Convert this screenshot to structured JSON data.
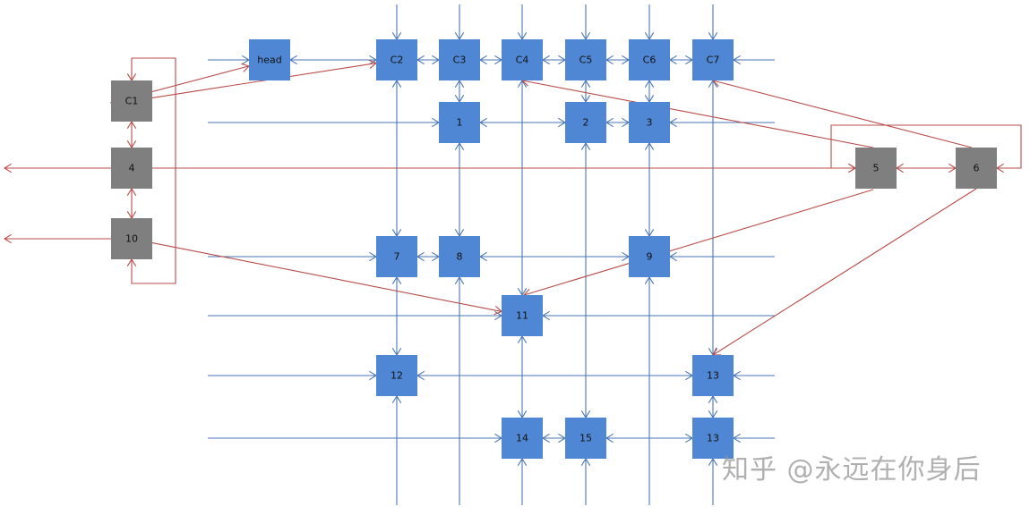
{
  "colors": {
    "blue_node": "#4f87d4",
    "gray_node": "#7f7f7f",
    "blue_line": "#4a76b8",
    "red_line": "#b84c4a"
  },
  "nodes": [
    {
      "id": "head",
      "label": "head",
      "kind": "blue"
    },
    {
      "id": "C2",
      "label": "C2",
      "kind": "blue"
    },
    {
      "id": "C3",
      "label": "C3",
      "kind": "blue"
    },
    {
      "id": "C4",
      "label": "C4",
      "kind": "blue"
    },
    {
      "id": "C5",
      "label": "C5",
      "kind": "blue"
    },
    {
      "id": "C6",
      "label": "C6",
      "kind": "blue"
    },
    {
      "id": "C7",
      "label": "C7",
      "kind": "blue"
    },
    {
      "id": "n1",
      "label": "1",
      "kind": "blue"
    },
    {
      "id": "n2",
      "label": "2",
      "kind": "blue"
    },
    {
      "id": "n3",
      "label": "3",
      "kind": "blue"
    },
    {
      "id": "n7",
      "label": "7",
      "kind": "blue"
    },
    {
      "id": "n8",
      "label": "8",
      "kind": "blue"
    },
    {
      "id": "n9",
      "label": "9",
      "kind": "blue"
    },
    {
      "id": "n11",
      "label": "11",
      "kind": "blue"
    },
    {
      "id": "n12",
      "label": "12",
      "kind": "blue"
    },
    {
      "id": "n13a",
      "label": "13",
      "kind": "blue"
    },
    {
      "id": "n14",
      "label": "14",
      "kind": "blue"
    },
    {
      "id": "n15",
      "label": "15",
      "kind": "blue"
    },
    {
      "id": "n13b",
      "label": "13",
      "kind": "blue"
    },
    {
      "id": "C1",
      "label": "C1",
      "kind": "gray"
    },
    {
      "id": "n4",
      "label": "4",
      "kind": "gray"
    },
    {
      "id": "n10",
      "label": "10",
      "kind": "gray"
    },
    {
      "id": "n5",
      "label": "5",
      "kind": "gray"
    },
    {
      "id": "n6",
      "label": "6",
      "kind": "gray"
    }
  ],
  "edges": [
    [
      "head",
      "C2",
      "both"
    ],
    [
      "C2",
      "C3",
      "both"
    ],
    [
      "C3",
      "C4",
      "both"
    ],
    [
      "C4",
      "C5",
      "both"
    ],
    [
      "C5",
      "C6",
      "both"
    ],
    [
      "C6",
      "C7",
      "both"
    ],
    [
      "n1",
      "n2",
      "both"
    ],
    [
      "n2",
      "n3",
      "both"
    ],
    [
      "n7",
      "n8",
      "both"
    ],
    [
      "n8",
      "n9",
      "both"
    ],
    [
      "n12",
      "n13a",
      "both"
    ],
    [
      "n14",
      "n15",
      "both"
    ],
    [
      "n15",
      "n13b",
      "both"
    ],
    [
      "C2",
      "n7",
      "both"
    ],
    [
      "n7",
      "n12",
      "both"
    ],
    [
      "C3",
      "n1",
      "both"
    ],
    [
      "n1",
      "n8",
      "both"
    ],
    [
      "C4",
      "n11",
      "both"
    ],
    [
      "n11",
      "n14",
      "both"
    ],
    [
      "C5",
      "n2",
      "both"
    ],
    [
      "n2",
      "n15",
      "both"
    ],
    [
      "C6",
      "n3",
      "both"
    ],
    [
      "n3",
      "n9",
      "both"
    ],
    [
      "C7",
      "n13a",
      "both"
    ],
    [
      "n13a",
      "n13b",
      "both"
    ],
    [
      "C1",
      "n4",
      "both"
    ],
    [
      "n4",
      "n10",
      "both"
    ],
    [
      "n5",
      "n6",
      "both"
    ],
    [
      "C1",
      "head",
      "to"
    ],
    [
      "C1",
      "C2",
      "to"
    ],
    [
      "n4",
      "n5",
      "to"
    ],
    [
      "n10",
      "n11",
      "to"
    ],
    [
      "n5",
      "C4",
      "to"
    ],
    [
      "n5",
      "n11",
      "to"
    ],
    [
      "n6",
      "C7",
      "to"
    ],
    [
      "n6",
      "n13a",
      "to"
    ]
  ],
  "watermark": "知乎 @永远在你身后"
}
